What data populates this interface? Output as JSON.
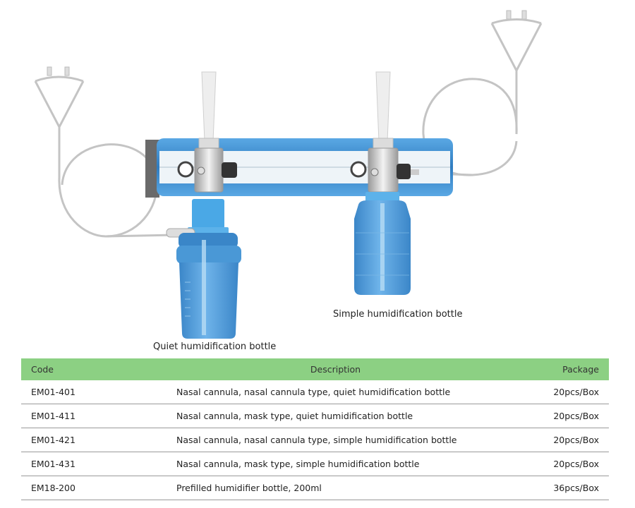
{
  "captions": {
    "quiet": "Quiet humidification bottle",
    "simple": "Simple humidification bottle"
  },
  "colors": {
    "rail_blue": "#3f8fd0",
    "bottle_blue": "#4a98d6",
    "header_green": "#8cd083",
    "tube_gray": "#c8c8c8"
  },
  "table": {
    "headers": {
      "code": "Code",
      "description": "Description",
      "package": "Package"
    },
    "rows": [
      {
        "code": "EM01-401",
        "description": "Nasal cannula, nasal cannula type, quiet humidification bottle",
        "package": "20pcs/Box"
      },
      {
        "code": "EM01-411",
        "description": "Nasal cannula, mask type, quiet humidification bottle",
        "package": "20pcs/Box"
      },
      {
        "code": "EM01-421",
        "description": "Nasal cannula, nasal cannula type, simple humidification bottle",
        "package": "20pcs/Box"
      },
      {
        "code": "EM01-431",
        "description": "Nasal cannula, mask type, simple humidification bottle",
        "package": "20pcs/Box"
      },
      {
        "code": "EM18-200",
        "description": "Prefilled humidifier bottle, 200ml",
        "package": "36pcs/Box"
      }
    ]
  }
}
